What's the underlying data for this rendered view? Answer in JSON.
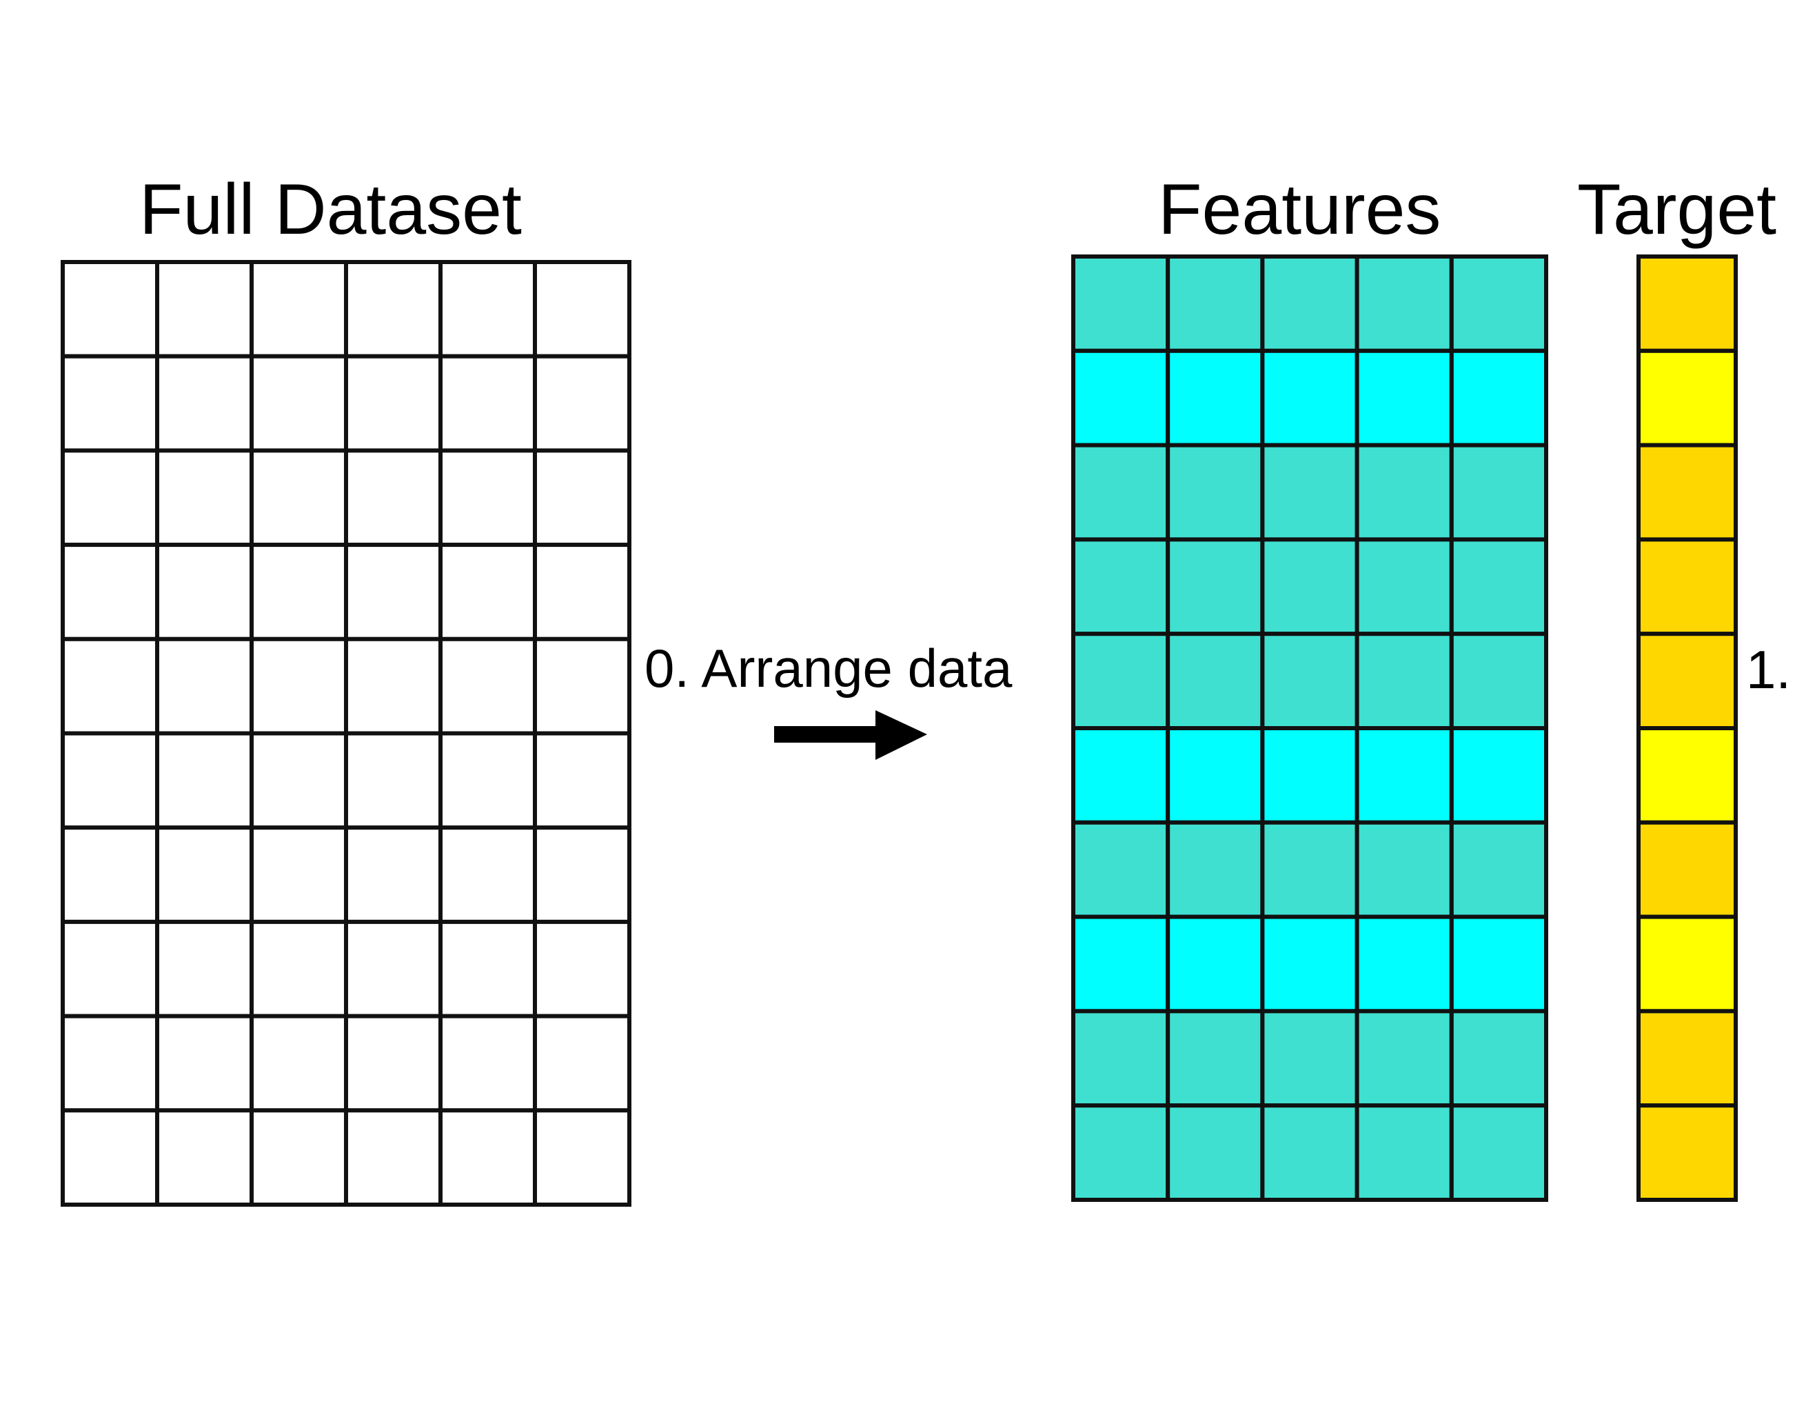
{
  "titles": {
    "full_dataset": "Full Dataset",
    "features": "Features",
    "target": "Target"
  },
  "labels": {
    "arrange": "0. Arrange data",
    "step1": "1."
  },
  "grid": {
    "full_dataset": {
      "rows": 10,
      "cols": 6
    },
    "features": {
      "rows": 10,
      "cols": 5
    },
    "target": {
      "rows": 10,
      "cols": 1
    },
    "highlighted_rows": [
      1,
      5,
      7
    ]
  },
  "colors": {
    "stroke": "#111111",
    "empty": "#ffffff",
    "feature": "#40e0d0",
    "feature_highlight": "#00ffff",
    "target": "#ffd700",
    "target_highlight": "#ffff00",
    "arrow": "#000000"
  },
  "icons": {
    "arrow": "right-arrow-icon"
  }
}
